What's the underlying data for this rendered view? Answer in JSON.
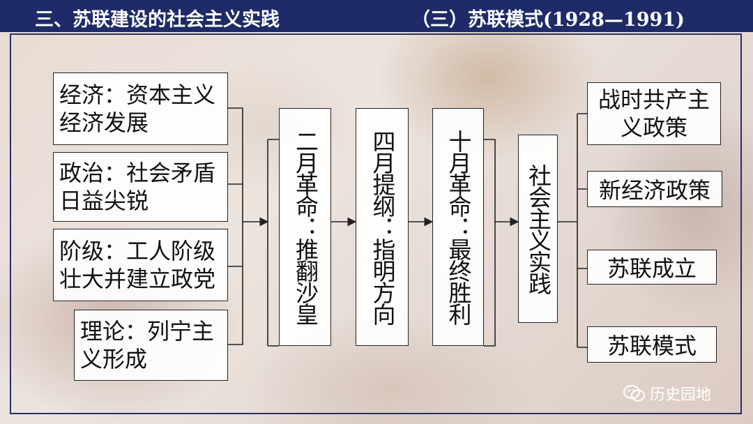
{
  "header": {
    "title_left": "三、苏联建设的社会主义实践",
    "title_right": "（三）苏联模式(1928—1991)"
  },
  "causes": [
    {
      "text": "经济：资本主义经济发展"
    },
    {
      "text": "政治：社会矛盾日益尖锐"
    },
    {
      "text": "阶级：工人阶级壮大并建立政党"
    },
    {
      "text": "理论：列宁主义形成"
    }
  ],
  "stages": [
    {
      "text": "二月革命：推翻沙皇"
    },
    {
      "text": "四月提纲：指明方向"
    },
    {
      "text": "十月革命：最终胜利"
    },
    {
      "text": "社会主义实践"
    }
  ],
  "results": [
    {
      "text": "战时共产主义政策"
    },
    {
      "text": "新经济政策"
    },
    {
      "text": "苏联成立"
    },
    {
      "text": "苏联模式"
    }
  ],
  "watermark": {
    "text": "历史园地",
    "icon": "wechat-icon"
  },
  "colors": {
    "header": "#1e2b68",
    "frame": "#2a2e6a"
  }
}
